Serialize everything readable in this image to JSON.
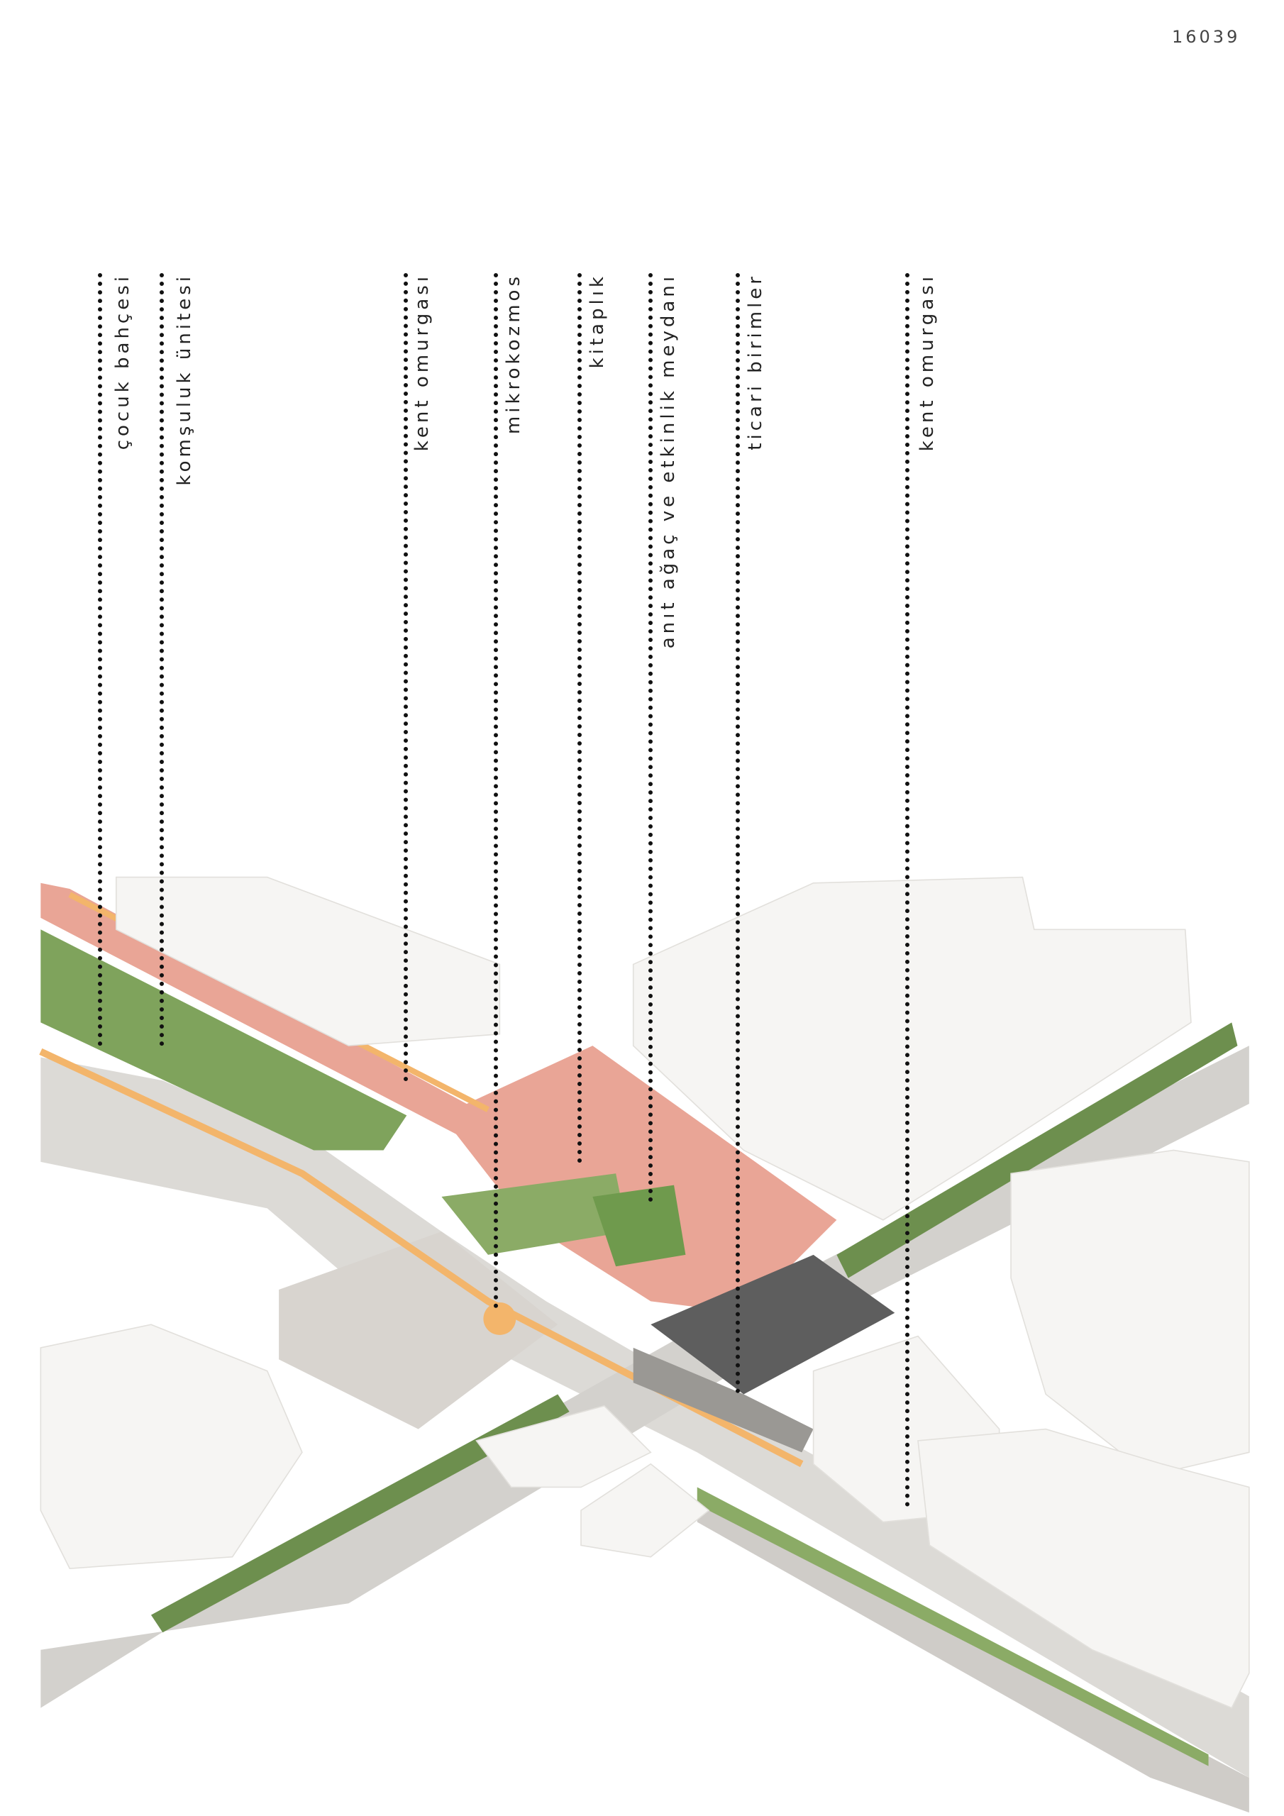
{
  "page_number": "16039",
  "labels": [
    {
      "text": "çocuk bahçesi"
    },
    {
      "text": "komşuluk ünitesi"
    },
    {
      "text": "kent omurgası"
    },
    {
      "text": "mikrokozmos"
    },
    {
      "text": "kitaplık"
    },
    {
      "text": "anıt ağaç ve etkinlik meydanı"
    },
    {
      "text": "ticari birimler"
    },
    {
      "text": "kent omurgası"
    }
  ],
  "colors": {
    "plaza": "#e9a596",
    "green": "#7fa35c",
    "path": "#f3b56b",
    "road": "#dcdad6",
    "building": "#f6f5f3"
  }
}
